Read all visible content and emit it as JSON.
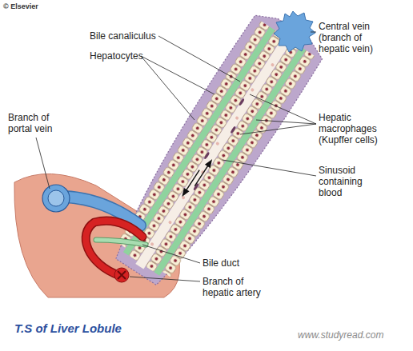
{
  "diagram": {
    "caption": "T.S of Liver Lobule",
    "labels": [
      "© Elsevier",
      "Bile canaliculus",
      "Hepatocytes",
      "Central vein (branch of hepatic vein)",
      "Branch of portal vein",
      "Hepatic macrophages (Kupffer cells)",
      "Sinusoid containing blood",
      "Bile duct",
      "Branch of hepatic artery",
      "www.studyread.com"
    ]
  }
}
